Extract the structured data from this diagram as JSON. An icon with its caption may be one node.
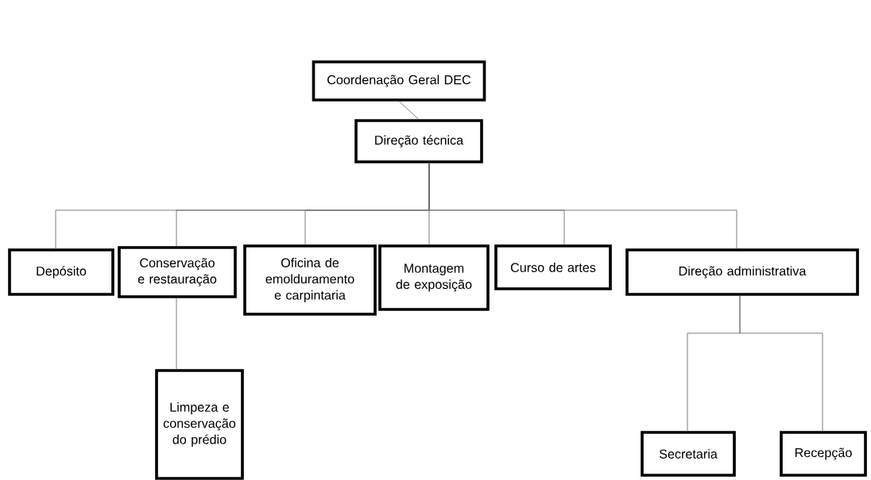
{
  "diagram": {
    "nodes": [
      {
        "text": [
          "Coordenação Geral DEC"
        ]
      },
      {
        "text": [
          "Direção técnica"
        ]
      },
      {
        "text": [
          "Depósito"
        ]
      },
      {
        "text": [
          "Conservação e restauração"
        ]
      },
      {
        "text": [
          "Oficina de emolduramento e carpintaria"
        ]
      },
      {
        "text": [
          "Montagem de exposição"
        ]
      },
      {
        "text": [
          "Curso de artes"
        ]
      },
      {
        "text": [
          "Direção administrativa"
        ]
      },
      {
        "text": [
          "Limpeza e conservação do prédio"
        ]
      },
      {
        "text": [
          "Secretaria"
        ]
      },
      {
        "text": [
          "Recepção"
        ]
      }
    ],
    "edges": [
      {
        "from": 0,
        "to": 1,
        "arrow": "none"
      },
      {
        "from": 1,
        "to": 2,
        "arrow": "none"
      },
      {
        "from": 1,
        "to": 3,
        "arrow": "none"
      },
      {
        "from": 1,
        "to": 4,
        "arrow": "none"
      },
      {
        "from": 1,
        "to": 5,
        "arrow": "none"
      },
      {
        "from": 1,
        "to": 6,
        "arrow": "none"
      },
      {
        "from": 1,
        "to": 7,
        "arrow": "none"
      },
      {
        "from": 3,
        "to": 8,
        "arrow": "none"
      },
      {
        "from": 7,
        "to": 9,
        "arrow": "none"
      },
      {
        "from": 7,
        "to": 10,
        "arrow": "none"
      }
    ]
  }
}
